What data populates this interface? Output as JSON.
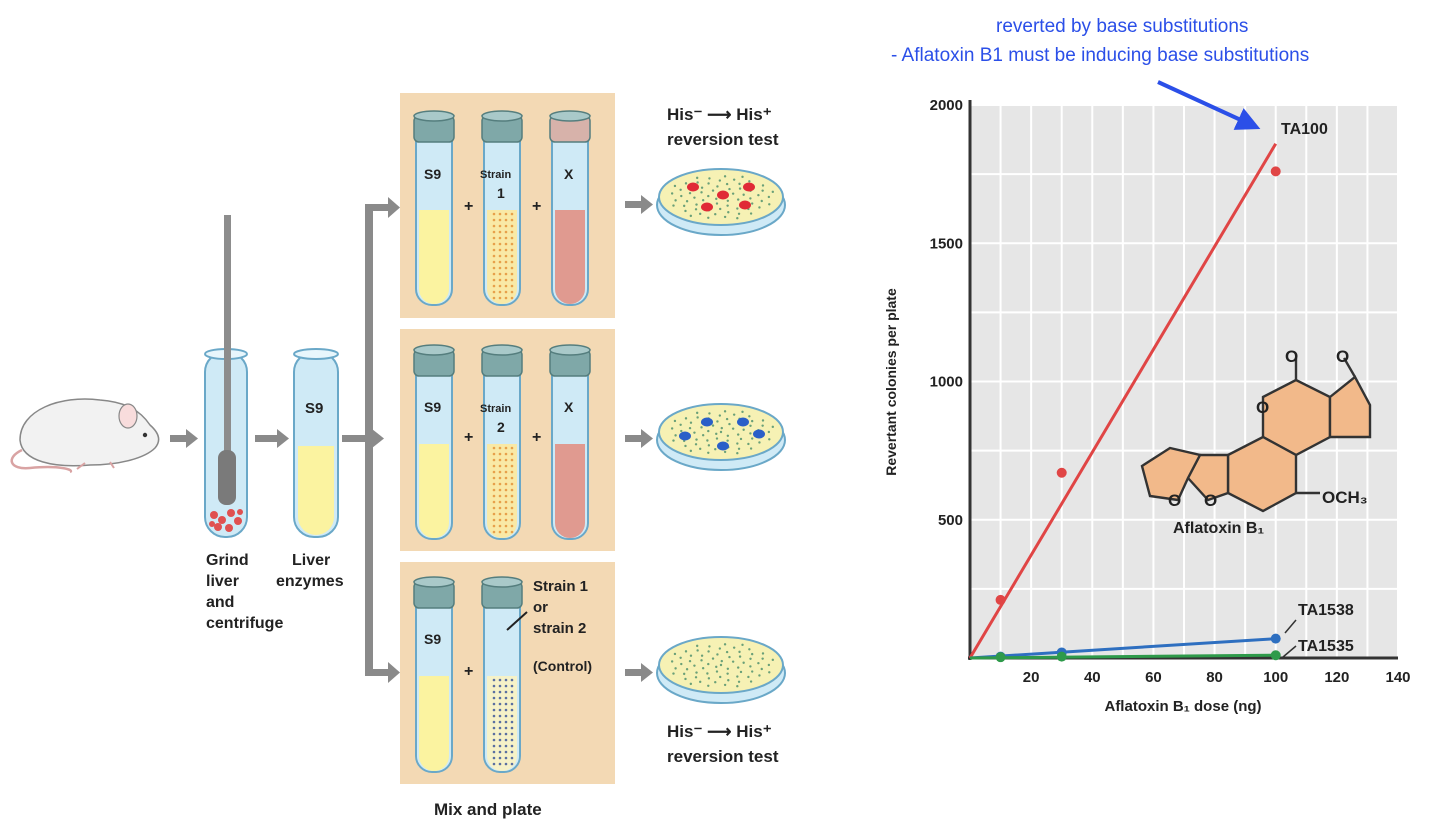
{
  "annotation": {
    "line1": "reverted by base substitutions",
    "line2": "- Aflatoxin B1 must be inducing base substitutions",
    "color": "#2b4fe8"
  },
  "diagram": {
    "step1_label": [
      "Grind",
      "liver",
      "and",
      "centrifuge"
    ],
    "step2_label": [
      "Liver",
      "enzymes"
    ],
    "s9_tube_label": "S9",
    "panels": [
      {
        "tubes": [
          "S9",
          "Strain",
          "1",
          "X"
        ],
        "colony_color": "#e02a36"
      },
      {
        "tubes": [
          "S9",
          "Strain",
          "2",
          "X"
        ],
        "colony_color": "#2a5fc8"
      },
      {
        "tubes": [
          "S9"
        ],
        "side_label": [
          "Strain 1",
          "or",
          "strain 2"
        ],
        "control": "(Control)"
      }
    ],
    "plus": "+",
    "reversion_top": {
      "line1": "His⁻ ⟶ His⁺",
      "line2": "reversion test"
    },
    "reversion_bottom": {
      "line1": "His⁻ ⟶ His⁺",
      "line2": "reversion test"
    },
    "footer": "Mix and plate",
    "colors": {
      "panel_bg": "#f3d9b4",
      "tube_glass": "#cfeaf6",
      "yellow_liquid": "#fbf3a0",
      "red_liquid": "#e09a90",
      "cap": "#7fa8a8"
    }
  },
  "chart_data": {
    "type": "line",
    "ylabel": "Revertant colonies per plate",
    "xlabel": "Aflatoxin B₁ dose (ng)",
    "xlim": [
      0,
      140
    ],
    "ylim": [
      0,
      2000
    ],
    "x_ticks": [
      20,
      40,
      60,
      80,
      100,
      120,
      140
    ],
    "y_ticks": [
      500,
      1000,
      1500,
      2000
    ],
    "grid": true,
    "series": [
      {
        "name": "TA100",
        "color": "#e04545",
        "line": [
          [
            0,
            0
          ],
          [
            100,
            1860
          ]
        ],
        "points": [
          [
            10,
            210
          ],
          [
            30,
            670
          ],
          [
            100,
            1760
          ]
        ]
      },
      {
        "name": "TA1538",
        "color": "#2e6fc0",
        "line": [
          [
            0,
            0
          ],
          [
            100,
            70
          ]
        ],
        "points": [
          [
            10,
            5
          ],
          [
            30,
            20
          ],
          [
            100,
            70
          ]
        ]
      },
      {
        "name": "TA1535",
        "color": "#2e9a4a",
        "line": [
          [
            0,
            0
          ],
          [
            100,
            10
          ]
        ],
        "points": [
          [
            10,
            3
          ],
          [
            30,
            5
          ],
          [
            100,
            10
          ]
        ]
      }
    ],
    "molecule": {
      "name": "Aflatoxin B₁",
      "substituent": "OCH₃",
      "atom_O": "O",
      "fill": "#f2b98a"
    }
  }
}
